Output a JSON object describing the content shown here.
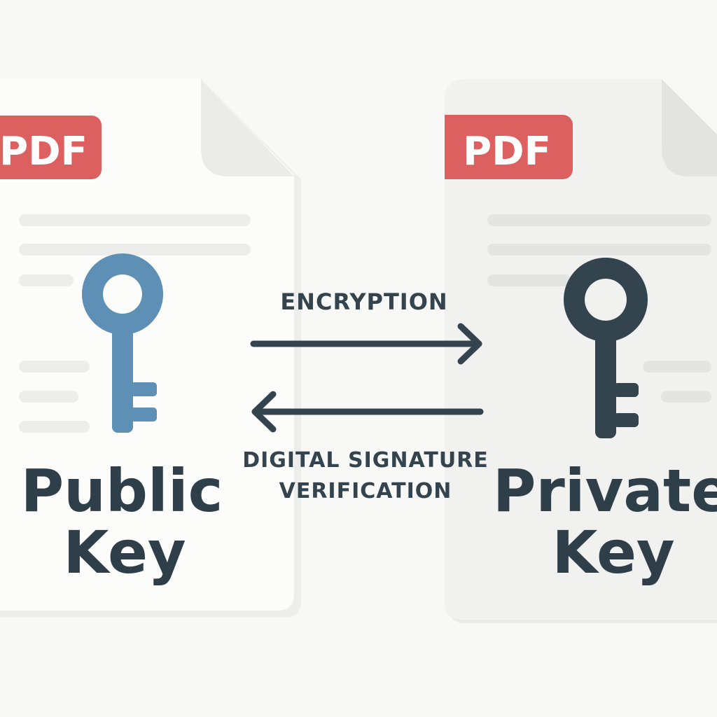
{
  "left_document": {
    "badge": "PDF",
    "title_line1": "Public",
    "title_line2": "Key",
    "key_icon": "key-icon",
    "key_color": "#5e8fb5"
  },
  "right_document": {
    "badge": "PDF",
    "title_line1": "Private",
    "title_line2": "Key",
    "key_icon": "key-icon",
    "key_color": "#34444e"
  },
  "arrows": {
    "top_label": "ENCRYPTION",
    "top_direction": "right",
    "bottom_label_line1": "DIGITAL SIGNATURE",
    "bottom_label_line2": "VERIFICATION",
    "bottom_direction": "left"
  },
  "colors": {
    "badge": "#dd6060",
    "text": "#2f3f4a"
  }
}
